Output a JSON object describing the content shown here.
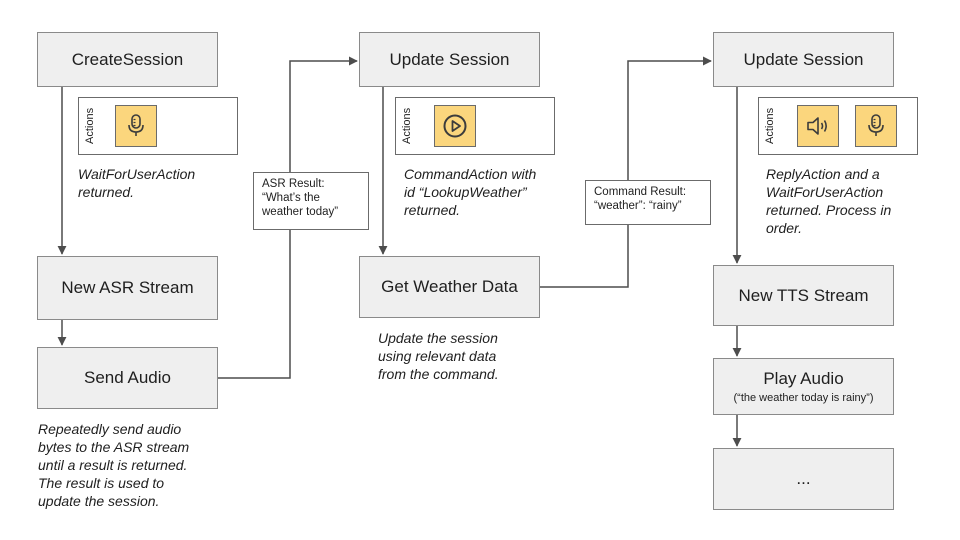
{
  "boxes": {
    "create_session": "CreateSession",
    "new_asr_stream": "New ASR Stream",
    "send_audio": "Send Audio",
    "update_session_1": "Update Session",
    "get_weather_data": "Get Weather Data",
    "update_session_2": "Update Session",
    "new_tts_stream": "New TTS Stream",
    "play_audio": "Play Audio",
    "play_audio_sub": "(“the weather today is rainy”)",
    "ellipsis": "..."
  },
  "actions": {
    "label": "Actions"
  },
  "labels": {
    "asr_result": "ASR Result:\n“What’s the\nweather today”",
    "command_result": "Command Result:\n“weather”: “rainy”"
  },
  "notes": {
    "wait_for_user_action": "WaitForUserAction\nreturned.",
    "command_action": "CommandAction with\nid “LookupWeather”\nreturned.",
    "reply_action": "ReplyAction and a\nWaitForUserAction\nreturned. Process in\norder.",
    "repeatedly_send": "Repeatedly send audio\nbytes to the ASR stream\nuntil a result is returned.\nThe result is used to\nupdate the session.",
    "update_the_session": "Update the session\nusing relevant data\nfrom the command."
  },
  "icons": {
    "microphone": "microphone-icon",
    "play": "play-icon",
    "speaker": "speaker-icon"
  },
  "colors": {
    "box_fill": "#efefef",
    "box_border": "#8a8a8a",
    "icon_fill": "#fbd67d",
    "line": "#4d4d4d"
  }
}
